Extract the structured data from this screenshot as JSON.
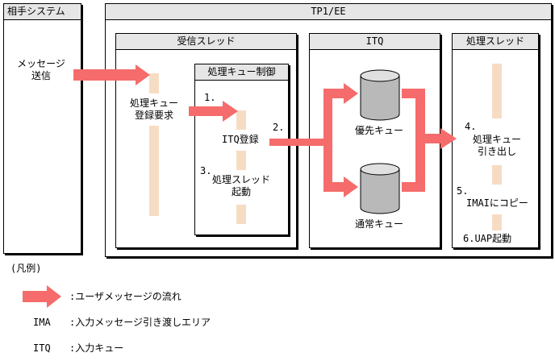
{
  "partner": {
    "title": "相手システム",
    "send_label": "メッセージ\n送信"
  },
  "tp1ee": {
    "title": "TP1/EE"
  },
  "recv": {
    "title": "受信スレッド",
    "register_label": "処理キュー\n登録要求",
    "ctrl": {
      "title": "処理キュー制御",
      "step1": "1.",
      "itq_register": "ITQ登録",
      "step3": "3.",
      "start_label": "処理スレッド\n起動"
    }
  },
  "step2": "2.",
  "itq": {
    "title": "ITQ",
    "priority_label": "優先キュー",
    "normal_label": "通常キュー"
  },
  "proc": {
    "title": "処理スレッド",
    "step4": "4.",
    "take_label": "処理キュー\n引き出し",
    "step5": "5.",
    "copy_label": "IMAIにコピー",
    "step6": "6.UAP起動"
  },
  "legend": {
    "title": "(凡例)",
    "arrow_desc": ":ユーザメッセージの流れ",
    "ima_key": "IMA",
    "ima_desc": ":入力メッセージ引き渡しエリア",
    "itq_key": "ITQ",
    "itq_desc": ":入力キュー"
  },
  "colors": {
    "arrow": "#f66b6b",
    "header": "#e6e6e6",
    "bar": "#f7dcc4",
    "cylinder": "#b9b9b9"
  }
}
